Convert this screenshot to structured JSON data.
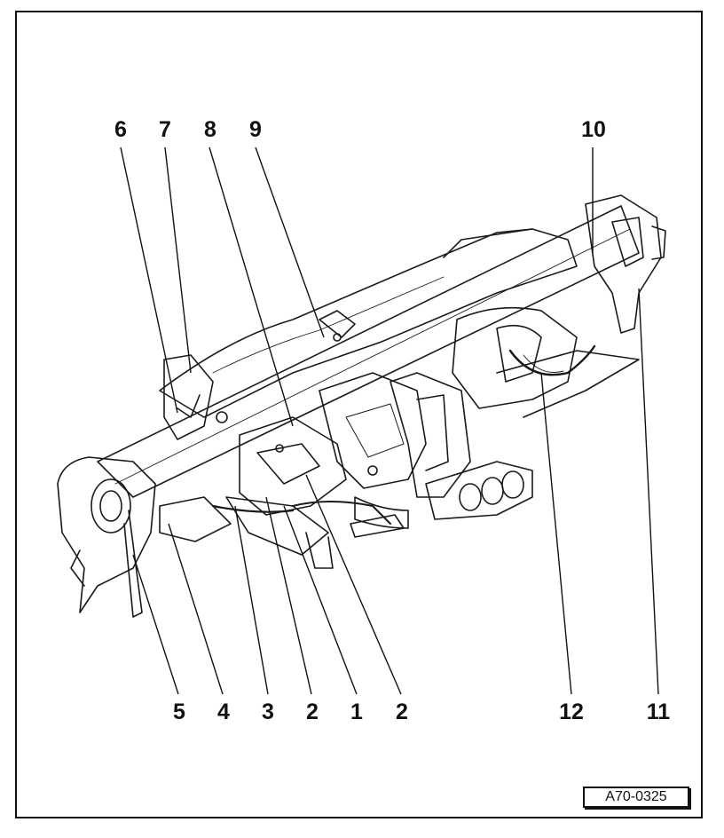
{
  "figure_id": "A70-0325",
  "callouts_top": [
    "6",
    "7",
    "8",
    "9",
    "10"
  ],
  "callouts_bottom": [
    "5",
    "4",
    "3",
    "2",
    "1",
    "2",
    "12",
    "11"
  ]
}
